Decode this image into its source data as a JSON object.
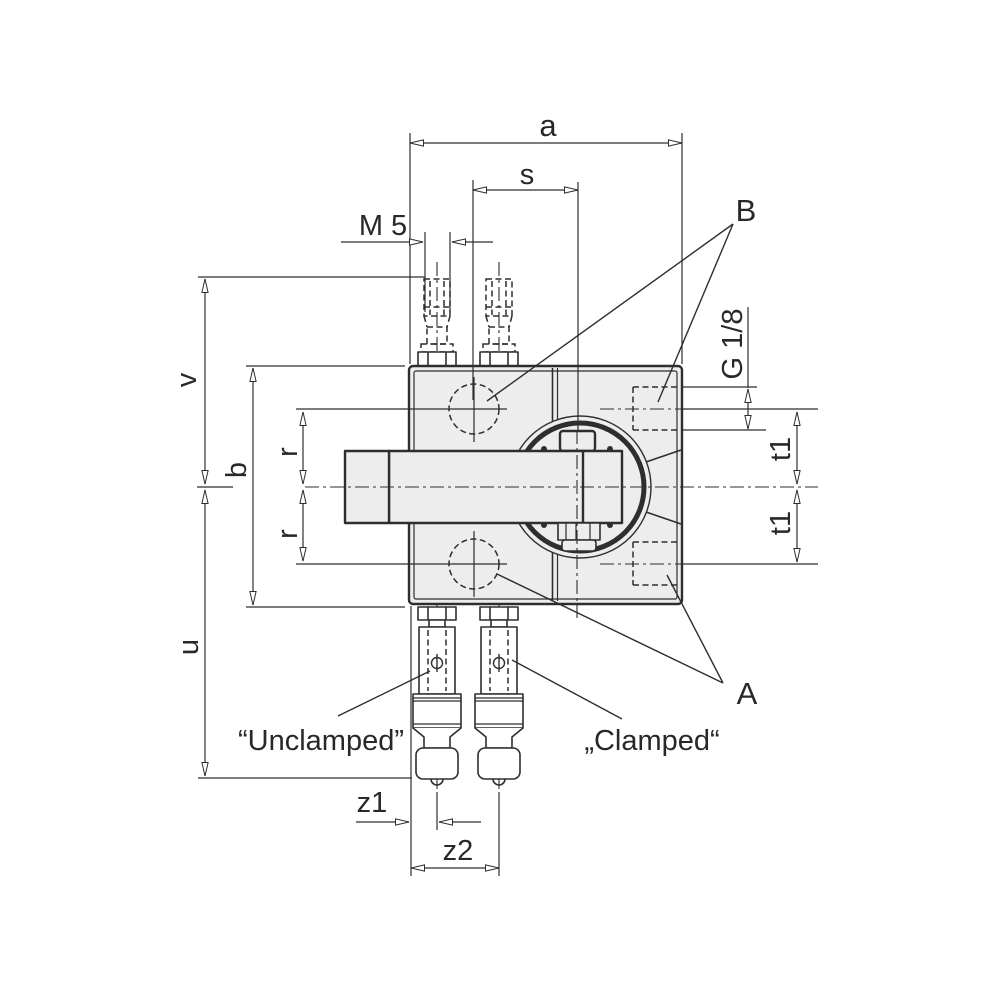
{
  "drawing": {
    "type": "technical-dimension-drawing",
    "subject": "pneumatic swing clamp, top view with air fittings",
    "dimensions": {
      "a": "a",
      "s": "s",
      "m5": "M 5",
      "g18": "G 1/8",
      "t1": "t1",
      "v": "v",
      "b": "b",
      "r": "r",
      "u": "u",
      "z1": "z1",
      "z2": "z2"
    },
    "callouts": {
      "A": "A",
      "B": "B"
    },
    "states": {
      "unclamped": "“Unclamped”",
      "clamped": "„Clamped“"
    },
    "colors": {
      "background": "#ffffff",
      "body_fill": "#ededed",
      "line": "#2e2e2e"
    }
  }
}
